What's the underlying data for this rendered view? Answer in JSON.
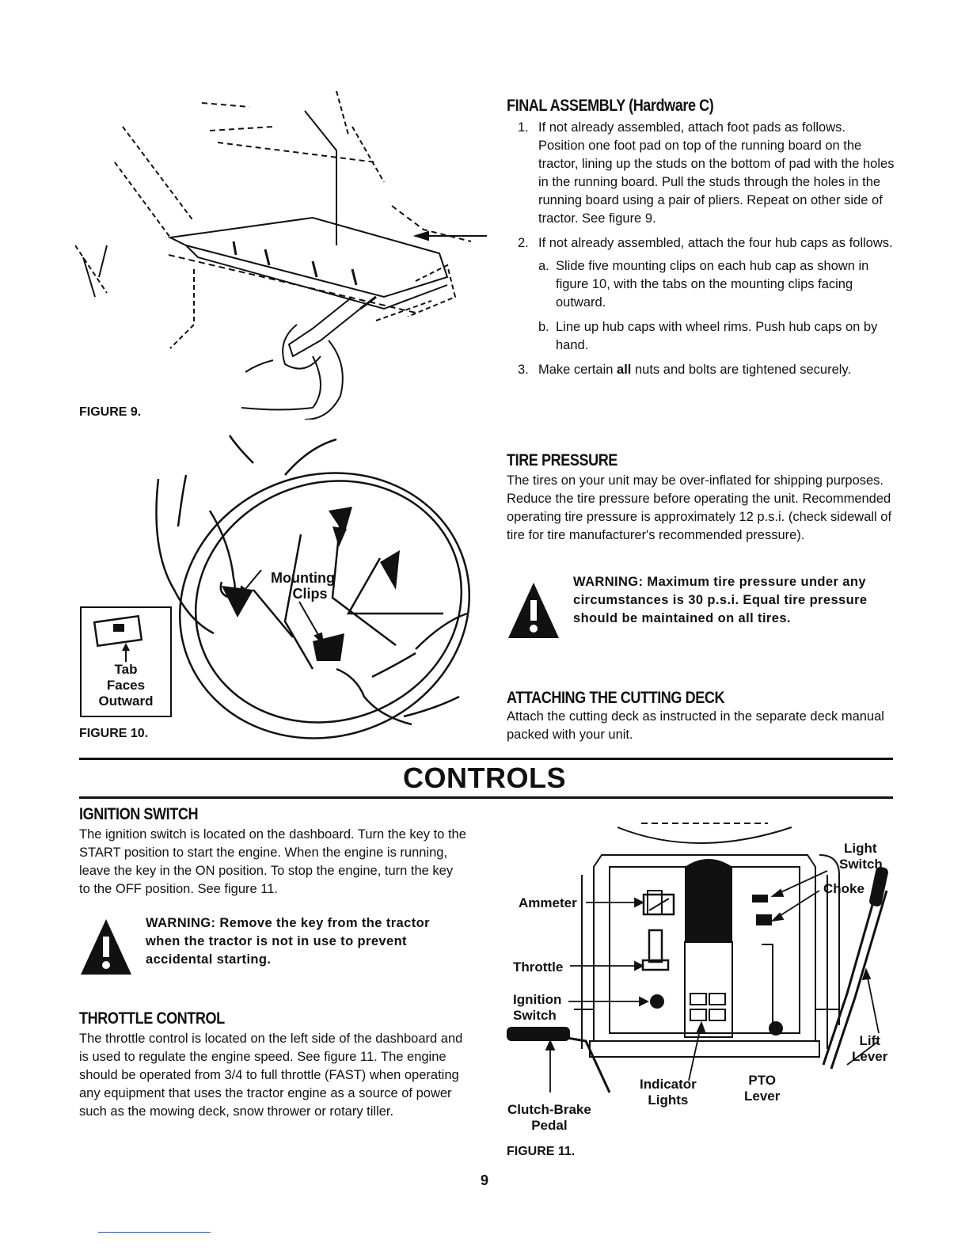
{
  "figures": {
    "fig9_caption": "FIGURE 9.",
    "fig10_caption": "FIGURE 10.",
    "fig10_label_mounting": "Mounting",
    "fig10_label_clips": "Clips",
    "fig10_inset_lines": [
      "Tab",
      "Faces",
      "Outward"
    ],
    "fig11_caption": "FIGURE 11.",
    "fig11_labels": {
      "ammeter": "Ammeter",
      "throttle": "Throttle",
      "ignition_line1": "Ignition",
      "ignition_line2": "Switch",
      "light_line1": "Light",
      "light_line2": "Switch",
      "choke": "Choke",
      "lift_line1": "Lift",
      "lift_line2": "Lever",
      "pto_line1": "PTO",
      "pto_line2": "Lever",
      "indicator_line1": "Indicator",
      "indicator_line2": "Lights",
      "clutch_line1": "Clutch-Brake",
      "clutch_line2": "Pedal"
    }
  },
  "final_assembly": {
    "heading": "FINAL ASSEMBLY (Hardware C)",
    "steps": [
      {
        "num": "1.",
        "text": "If not already assembled, attach foot pads as follows. Position one foot pad on top of the running board on the tractor, lining up the studs on the bottom of pad with the holes in the running board. Pull the studs through the holes in the running board using a pair of pliers. Repeat on other side of tractor. See figure 9."
      },
      {
        "num": "2.",
        "text": "If not already assembled, attach the four hub caps as follows."
      },
      {
        "num": "3.",
        "text_before": "Make certain ",
        "text_bold": "all",
        "text_after": " nuts and bolts are tightened securely."
      }
    ],
    "substeps": [
      {
        "num": "a.",
        "text": "Slide five mounting clips on each hub cap as shown in figure 10, with the tabs on the mounting clips facing outward."
      },
      {
        "num": "b.",
        "text": "Line up hub caps with wheel rims. Push hub caps on by hand."
      }
    ]
  },
  "tire_pressure": {
    "heading": "TIRE PRESSURE",
    "text": "The tires on your unit may be over-inflated for shipping purposes. Reduce the tire pressure before operating the unit. Recommended operating tire pressure is approximately 12 p.s.i. (check sidewall of tire for tire manufacturer's recommended pressure).",
    "warning": "WARNING: Maximum tire pressure under any circumstances is 30 p.s.i. Equal tire pressure should be maintained on all tires."
  },
  "cutting_deck": {
    "heading": "ATTACHING THE CUTTING DECK",
    "text": "Attach the cutting deck as instructed in the separate deck manual packed with your unit."
  },
  "controls": {
    "title": "CONTROLS"
  },
  "ignition_switch": {
    "heading": "IGNITION SWITCH",
    "text": "The ignition switch is located on the dashboard. Turn the key to the START position to start the engine. When the engine is running, leave the key in the ON position. To stop the engine, turn the key to the OFF position. See figure 11.",
    "warning": "WARNING: Remove the key from the tractor when the tractor is not in use to prevent accidental starting."
  },
  "throttle_control": {
    "heading": "THROTTLE CONTROL",
    "text": "The throttle control is located on the left side of the dashboard and is used to regulate the engine speed. See figure 11. The engine should be operated from 3/4 to full throttle (FAST) when operating any equipment that uses the tractor engine as a source of power such as the mowing deck, snow thrower or rotary tiller."
  },
  "page_number": "9",
  "colors": {
    "ink": "#111111",
    "paper": "#ffffff"
  }
}
